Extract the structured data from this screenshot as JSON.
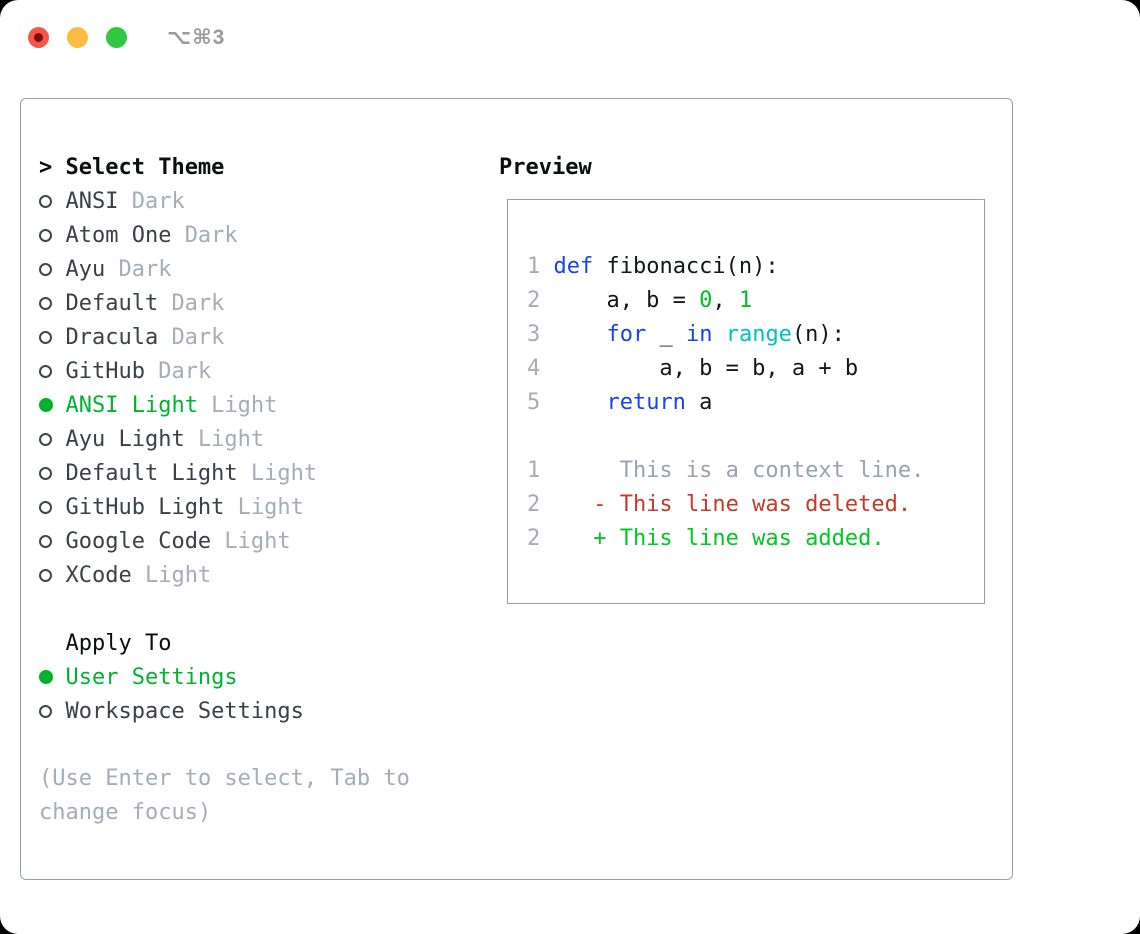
{
  "titlebar": {
    "title": "⌥⌘3"
  },
  "theme_list": {
    "marker": ">",
    "header": "Select Theme",
    "items": [
      {
        "name": "ANSI",
        "variant": "Dark",
        "selected": false
      },
      {
        "name": "Atom One",
        "variant": "Dark",
        "selected": false
      },
      {
        "name": "Ayu",
        "variant": "Dark",
        "selected": false
      },
      {
        "name": "Default",
        "variant": "Dark",
        "selected": false
      },
      {
        "name": "Dracula",
        "variant": "Dark",
        "selected": false
      },
      {
        "name": "GitHub",
        "variant": "Dark",
        "selected": false
      },
      {
        "name": "ANSI Light",
        "variant": "Light",
        "selected": true
      },
      {
        "name": "Ayu Light",
        "variant": "Light",
        "selected": false
      },
      {
        "name": "Default Light",
        "variant": "Light",
        "selected": false
      },
      {
        "name": "GitHub Light",
        "variant": "Light",
        "selected": false
      },
      {
        "name": "Google Code",
        "variant": "Light",
        "selected": false
      },
      {
        "name": "XCode",
        "variant": "Light",
        "selected": false
      }
    ]
  },
  "apply_to": {
    "header": "Apply To",
    "items": [
      {
        "name": "User Settings",
        "selected": true
      },
      {
        "name": "Workspace Settings",
        "selected": false
      }
    ]
  },
  "help_text": "(Use Enter to select, Tab to change focus)",
  "preview": {
    "title": "Preview",
    "lines": [
      {
        "num": "1",
        "segments": [
          {
            "t": "def",
            "c": "blue"
          },
          {
            "t": " fibonacci(n):",
            "c": "fg"
          }
        ]
      },
      {
        "num": "2",
        "segments": [
          {
            "t": "    a, b = ",
            "c": "fg"
          },
          {
            "t": "0",
            "c": "green"
          },
          {
            "t": ", ",
            "c": "fg"
          },
          {
            "t": "1",
            "c": "green"
          }
        ]
      },
      {
        "num": "3",
        "segments": [
          {
            "t": "    ",
            "c": "fg"
          },
          {
            "t": "for",
            "c": "blue"
          },
          {
            "t": " _ ",
            "c": "fg"
          },
          {
            "t": "in",
            "c": "blue"
          },
          {
            "t": " ",
            "c": "fg"
          },
          {
            "t": "range",
            "c": "cyan"
          },
          {
            "t": "(n):",
            "c": "fg"
          }
        ]
      },
      {
        "num": "4",
        "segments": [
          {
            "t": "        a, b = b, a + b",
            "c": "fg"
          }
        ]
      },
      {
        "num": "5",
        "segments": [
          {
            "t": "    ",
            "c": "fg"
          },
          {
            "t": "return",
            "c": "blue"
          },
          {
            "t": " a",
            "c": "fg"
          }
        ]
      },
      {
        "num": "",
        "segments": []
      },
      {
        "num": "1",
        "segments": [
          {
            "t": "     This is a context line.",
            "c": "muted"
          }
        ]
      },
      {
        "num": "2",
        "segments": [
          {
            "t": "   - This line was deleted.",
            "c": "red"
          }
        ]
      },
      {
        "num": "2",
        "segments": [
          {
            "t": "   + This line was added.",
            "c": "add"
          }
        ]
      }
    ]
  },
  "colors": {
    "title_fg": "#9b9b9b",
    "border": "#9aa0ab",
    "header_fg": "#0b0d0f",
    "item_fg": "#394047",
    "muted": "#a4adb8",
    "context_gray": "#9aa3ad",
    "green": "#00b32e",
    "code_green": "#00bd1f",
    "add_green": "#00c723",
    "del_red": "#c43a27",
    "blue": "#1a43e8",
    "cyan": "#00c0c6",
    "code_fg": "#14171a",
    "circle": "#40454d",
    "red_btn": "#f4564f",
    "red_btn_dot": "#7d100a",
    "yellow_btn": "#fbbd40",
    "green_btn": "#30c843"
  }
}
